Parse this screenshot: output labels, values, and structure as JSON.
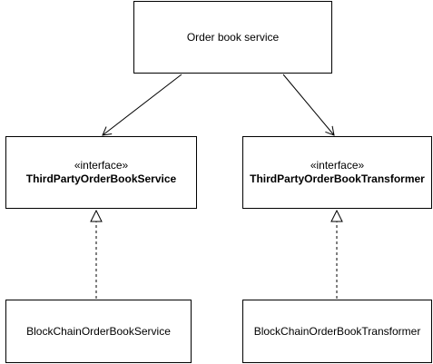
{
  "diagram": {
    "nodes": {
      "order_book_service": {
        "label": "Order book service"
      },
      "third_party_service_interface": {
        "stereotype": "«interface»",
        "name": "ThirdPartyOrderBookService"
      },
      "third_party_transformer_interface": {
        "stereotype": "«interface»",
        "name": "ThirdPartyOrderBookTransformer"
      },
      "blockchain_service": {
        "label": "BlockChainOrderBookService"
      },
      "blockchain_transformer": {
        "label": "BlockChainOrderBookTransformer"
      }
    },
    "edges": [
      {
        "from": "order_book_service",
        "to": "third_party_service_interface",
        "kind": "association"
      },
      {
        "from": "order_book_service",
        "to": "third_party_transformer_interface",
        "kind": "association"
      },
      {
        "from": "blockchain_service",
        "to": "third_party_service_interface",
        "kind": "realization"
      },
      {
        "from": "blockchain_transformer",
        "to": "third_party_transformer_interface",
        "kind": "realization"
      }
    ],
    "colors": {
      "stroke": "#000000",
      "fill": "#ffffff"
    }
  }
}
